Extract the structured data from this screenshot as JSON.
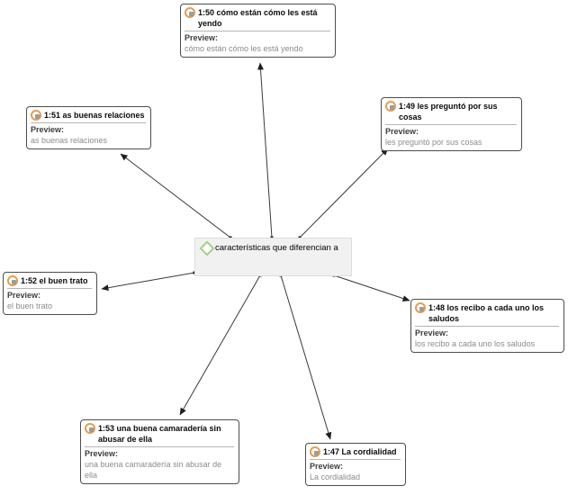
{
  "labels": {
    "preview": "Preview:"
  },
  "central_node": {
    "label": "características que diferencian a"
  },
  "quotation_nodes": [
    {
      "id": "1:50",
      "title": "1:50 cómo están cómo les está yendo",
      "preview": "cómo están cómo les está yendo"
    },
    {
      "id": "1:51",
      "title": "1:51 as buenas relaciones",
      "preview": "as buenas relaciones"
    },
    {
      "id": "1:49",
      "title": "1:49 les preguntó por sus cosas",
      "preview": "les preguntó por sus cosas"
    },
    {
      "id": "1:52",
      "title": "1:52 el buen trato",
      "preview": "el buen trato"
    },
    {
      "id": "1:48",
      "title": "1:48 los recibo a cada uno los saludos",
      "preview": "los recibo a cada uno los saludos"
    },
    {
      "id": "1:53",
      "title": "1:53 una buena camaradería sin abusar de ella",
      "preview": "una buena camaradería sin abusar de ella"
    },
    {
      "id": "1:47",
      "title": "1:47 La cordialidad",
      "preview": "La cordialidad"
    }
  ],
  "icons": {
    "quotation": "quote-bubble-icon",
    "code": "code-diamond-icon"
  },
  "colors": {
    "link_line": "#3a3a3a",
    "arrowhead": "#1f1f1f",
    "node_border": "#4d4d4d",
    "preview_text": "#8c8c8c",
    "quotation_icon_ring": "#e69c4f",
    "quotation_icon_bubble": "#9b9b9b",
    "code_diamond": "#a2d183",
    "central_background": "#f1f1f1"
  }
}
